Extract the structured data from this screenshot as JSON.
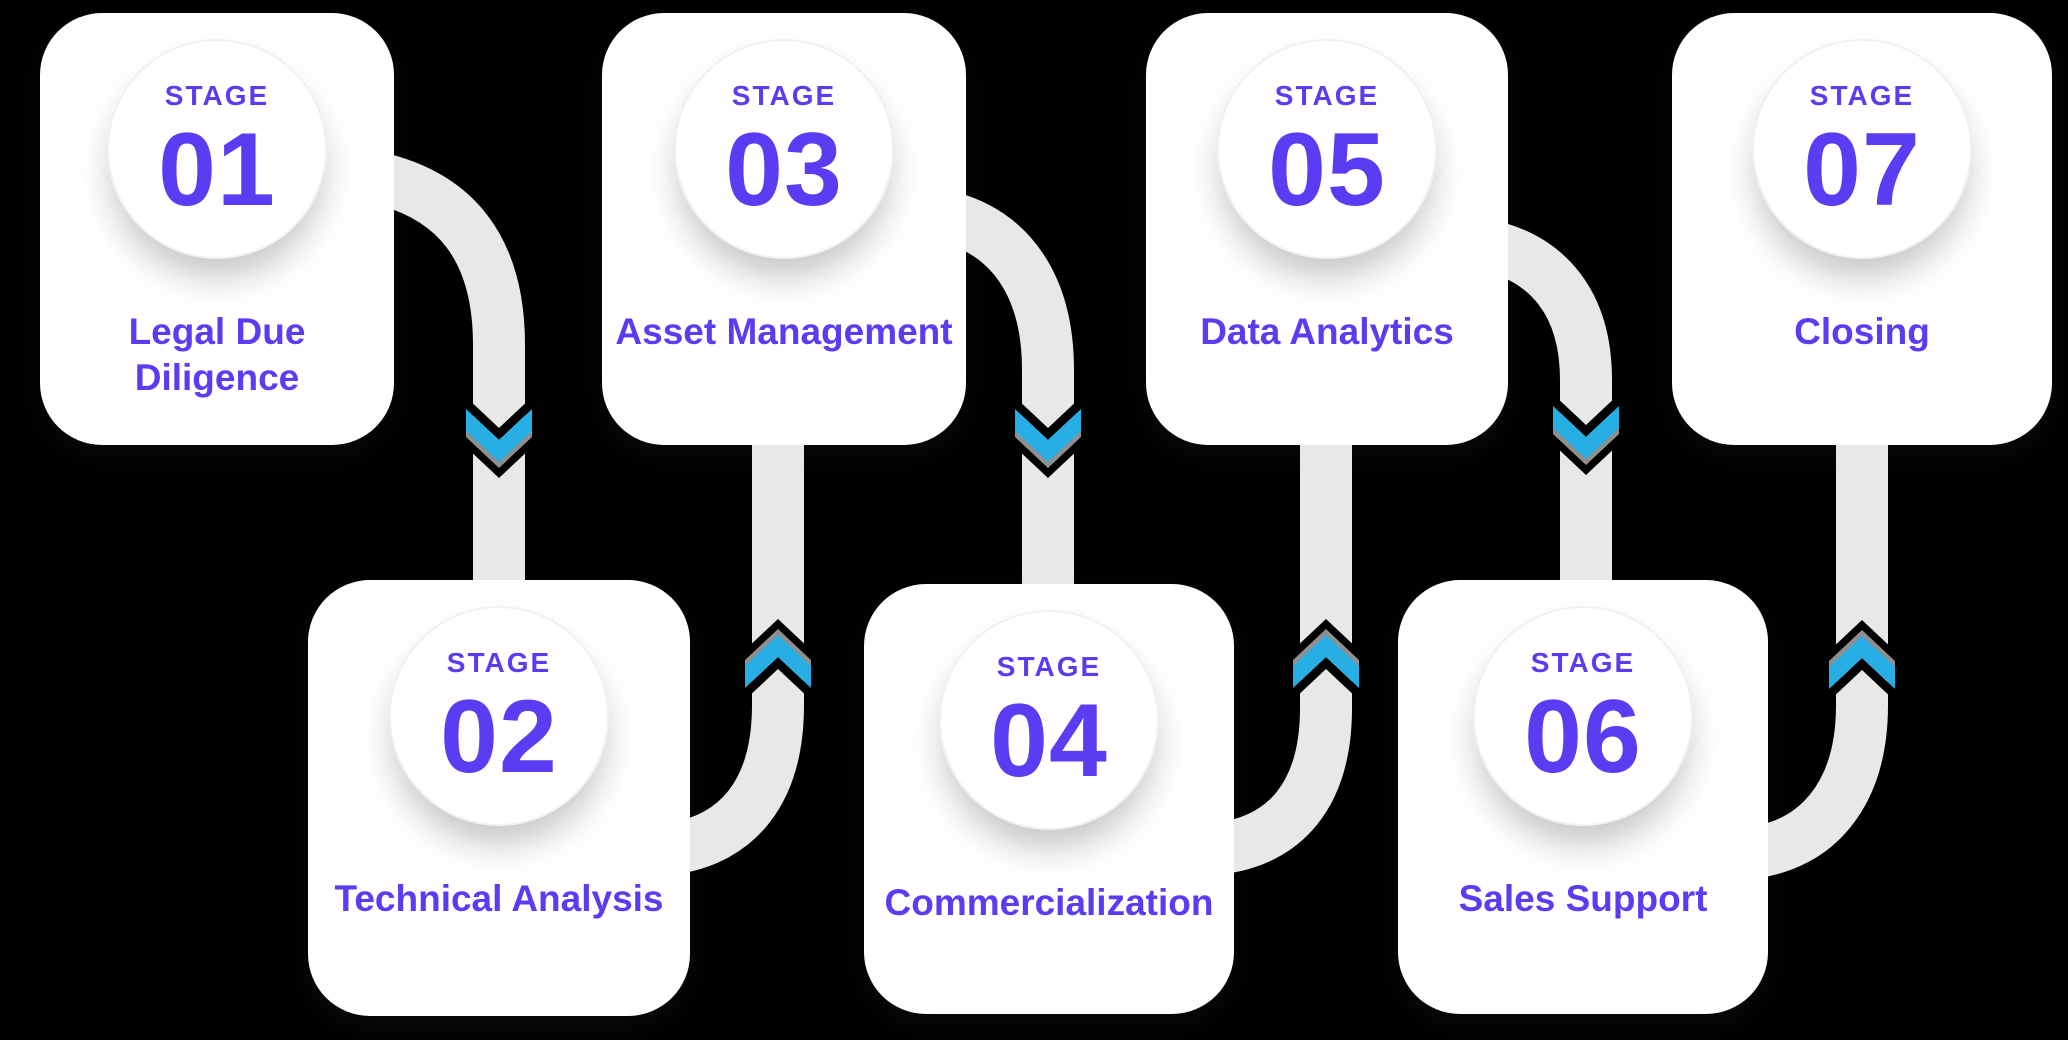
{
  "colors": {
    "background": "#000000",
    "accent_purple": "#5A3CF2",
    "arrow_cyan": "#27AEE4",
    "path_gray": "#EAE8E7"
  },
  "stages": [
    {
      "kicker": "STAGE",
      "number": "01",
      "title": "Legal Due Diligence"
    },
    {
      "kicker": "STAGE",
      "number": "02",
      "title": "Technical Analysis"
    },
    {
      "kicker": "STAGE",
      "number": "03",
      "title": "Asset Management"
    },
    {
      "kicker": "STAGE",
      "number": "04",
      "title": "Commercialization"
    },
    {
      "kicker": "STAGE",
      "number": "05",
      "title": "Data Analytics"
    },
    {
      "kicker": "STAGE",
      "number": "06",
      "title": "Sales Support"
    },
    {
      "kicker": "STAGE",
      "number": "07",
      "title": "Closing"
    }
  ]
}
